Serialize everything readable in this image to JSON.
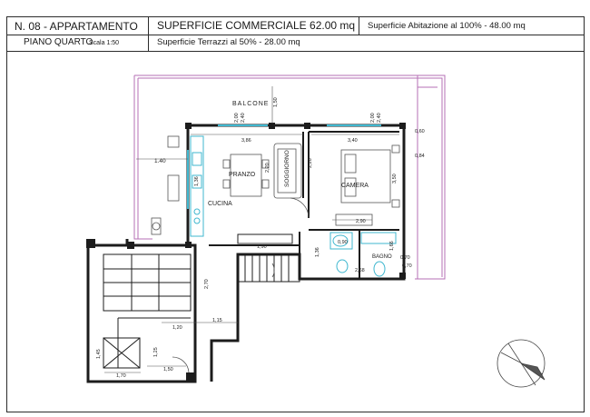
{
  "header": {
    "unit_title": "N. 08 - APPARTAMENTO",
    "floor_label": "PIANO QUARTO",
    "scale_label": "Scala 1:50",
    "commercial_surface": "SUPERFICIE COMMERCIALE  62.00 mq",
    "terrace_surface": "Superficie Terrazzi al 50% - 28.00 mq",
    "living_surface": "Superficie Abitazione al 100% - 48.00 mq"
  },
  "rooms": {
    "balcony": "BALCONE",
    "dining": "PRANZO",
    "living": "SOGGIORNO",
    "kitchen": "CUCINA",
    "bedroom": "CAMERA",
    "bathroom": "BAGNO"
  },
  "dimensions": {
    "d_386": "3,86",
    "d_340": "3,40",
    "d_140": "1.40",
    "d_150": "1,50",
    "d_200_a": "2,00",
    "d_240_a": "2,40",
    "d_200_b": "2,00",
    "d_240_b": "2,40",
    "d_060": "0,60",
    "d_084": "0,84",
    "d_220": "2,20",
    "d_226": "2,26",
    "d_350": "3,50",
    "d_290": "2,90",
    "d_190": "1,90",
    "d_090": "0,90",
    "d_136": "1,36",
    "d_166": "1,66",
    "d_268": "2,68",
    "d_070": "0,70",
    "d_270": "2,70",
    "d_120": "1,20",
    "d_115": "1,15",
    "d_145": "1,45",
    "d_170": "1,70",
    "d_150b": "1,50",
    "d_125": "1,25",
    "d_136b": "1,36",
    "d_070b": "0,70"
  },
  "colors": {
    "frame": "#2b2b2b",
    "wall": "#1c1c1c",
    "terrace_outline": "#b56fb5",
    "fixtures": "#3fb7cf",
    "furniture": "#555555"
  }
}
